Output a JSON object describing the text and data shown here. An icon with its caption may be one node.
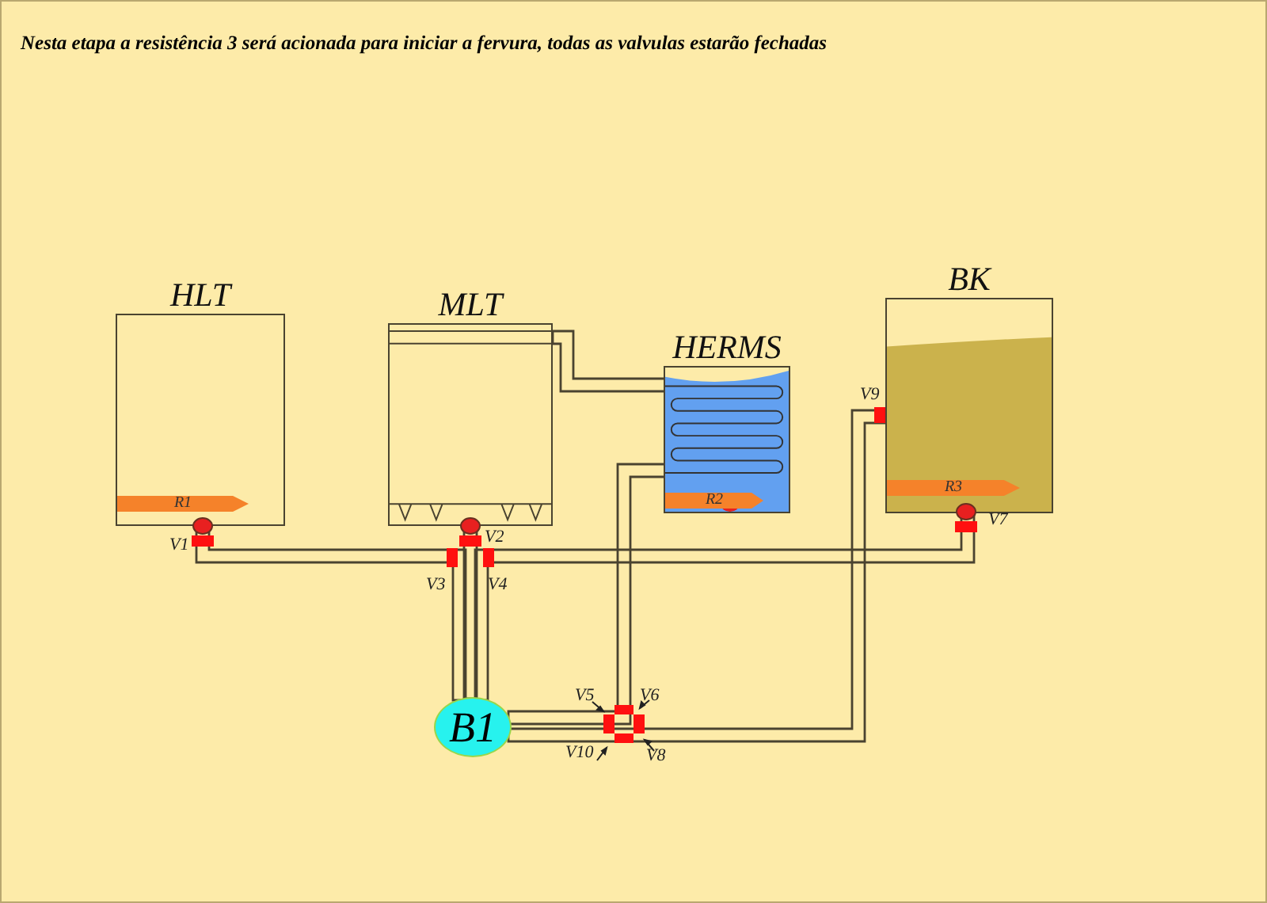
{
  "diagram": {
    "title": "Nesta etapa a resistência 3 será acionada para iniciar a fervura, todas as valvulas estarão fechadas",
    "nodes": [
      {
        "text": [
          "HLT"
        ]
      },
      {
        "text": [
          "R1"
        ],
        "in": 0
      },
      {
        "text": [
          "MLT"
        ]
      },
      {
        "text": [
          "HERMS"
        ]
      },
      {
        "text": [
          "R2"
        ],
        "in": 3
      },
      {
        "text": [
          "BK"
        ]
      },
      {
        "text": [
          "R3"
        ],
        "in": 5
      },
      {
        "text": [
          "B1"
        ]
      }
    ],
    "edges": [
      {
        "from": 0,
        "to": 7,
        "arrow": "none"
      },
      {
        "from": 2,
        "to": 7,
        "arrow": "none"
      },
      {
        "from": 5,
        "to": 7,
        "arrow": "none"
      },
      {
        "from": 7,
        "to": 3,
        "arrow": "none"
      },
      {
        "from": 7,
        "to": 5,
        "arrow": "none"
      },
      {
        "from": 3,
        "to": 2,
        "arrow": "none"
      }
    ],
    "labels": [
      "V9",
      "V1",
      "V2",
      "V7",
      "V3",
      "V4",
      "V5",
      "V6",
      "V10",
      "V8"
    ]
  }
}
